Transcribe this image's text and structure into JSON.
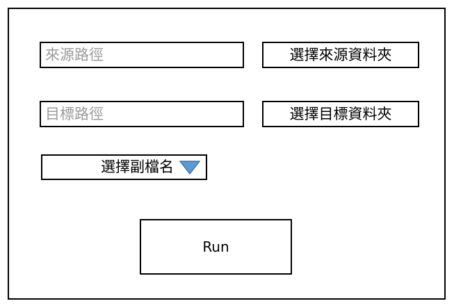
{
  "window": {
    "name": "file-tool-window",
    "background": "#ffffff",
    "border_color": "#000000"
  },
  "source_row": {
    "input": {
      "placeholder": "來源路徑",
      "value": "",
      "placeholder_color": "#9b9b9b"
    },
    "button": {
      "label": "選擇來源資料夾"
    }
  },
  "target_row": {
    "input": {
      "placeholder": "目標路徑",
      "value": "",
      "placeholder_color": "#9b9b9b"
    },
    "button": {
      "label": "選擇目標資料夾"
    }
  },
  "extension_dropdown": {
    "label": "選擇副檔名",
    "caret_icon": "chevron-down-icon",
    "caret_color": "#5b9bd5",
    "caret_border_color": "#41719c",
    "selected_value": "",
    "options": []
  },
  "run_button": {
    "label": "Run"
  }
}
